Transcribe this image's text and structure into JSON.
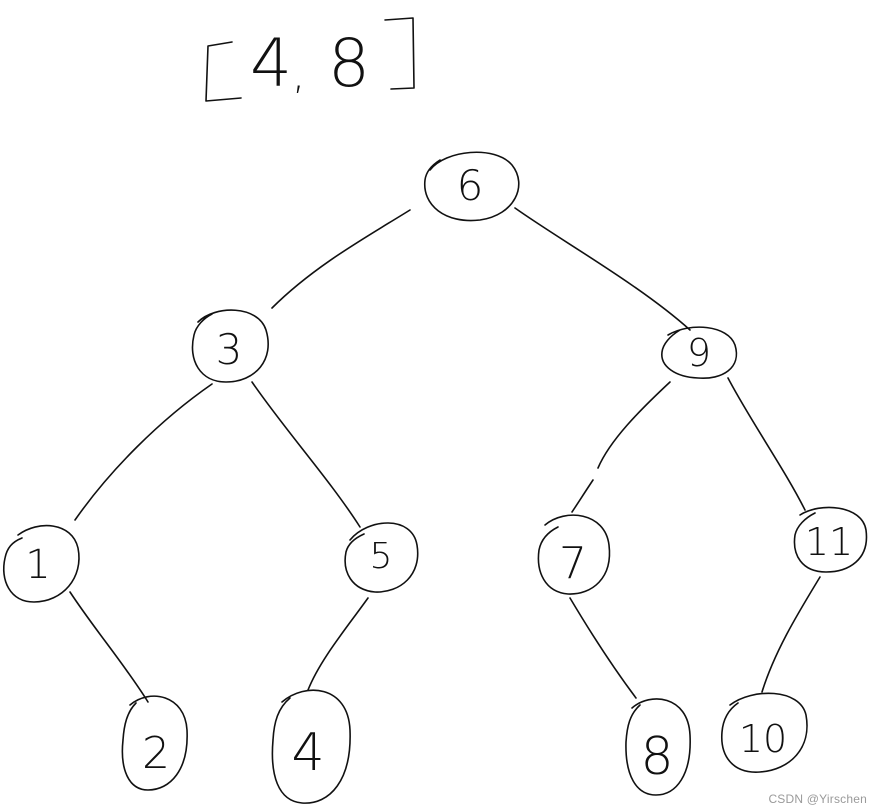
{
  "range_label": {
    "open": "[",
    "low": "4",
    "sep": ",",
    "high": "8",
    "close": "]"
  },
  "tree": {
    "nodes": [
      {
        "id": "n6",
        "label": "6"
      },
      {
        "id": "n3",
        "label": "3"
      },
      {
        "id": "n9",
        "label": "9"
      },
      {
        "id": "n1",
        "label": "1"
      },
      {
        "id": "n5",
        "label": "5"
      },
      {
        "id": "n7",
        "label": "7"
      },
      {
        "id": "n11",
        "label": "11"
      },
      {
        "id": "n2",
        "label": "2"
      },
      {
        "id": "n4",
        "label": "4"
      },
      {
        "id": "n8",
        "label": "8"
      },
      {
        "id": "n10",
        "label": "10"
      }
    ],
    "edges": [
      {
        "from": "n6",
        "to": "n3"
      },
      {
        "from": "n6",
        "to": "n9"
      },
      {
        "from": "n3",
        "to": "n1"
      },
      {
        "from": "n3",
        "to": "n5"
      },
      {
        "from": "n9",
        "to": "n7"
      },
      {
        "from": "n9",
        "to": "n11"
      },
      {
        "from": "n1",
        "to": "n2"
      },
      {
        "from": "n5",
        "to": "n4"
      },
      {
        "from": "n7",
        "to": "n8"
      },
      {
        "from": "n11",
        "to": "n10"
      }
    ]
  },
  "watermark": "CSDN @Yirschen"
}
